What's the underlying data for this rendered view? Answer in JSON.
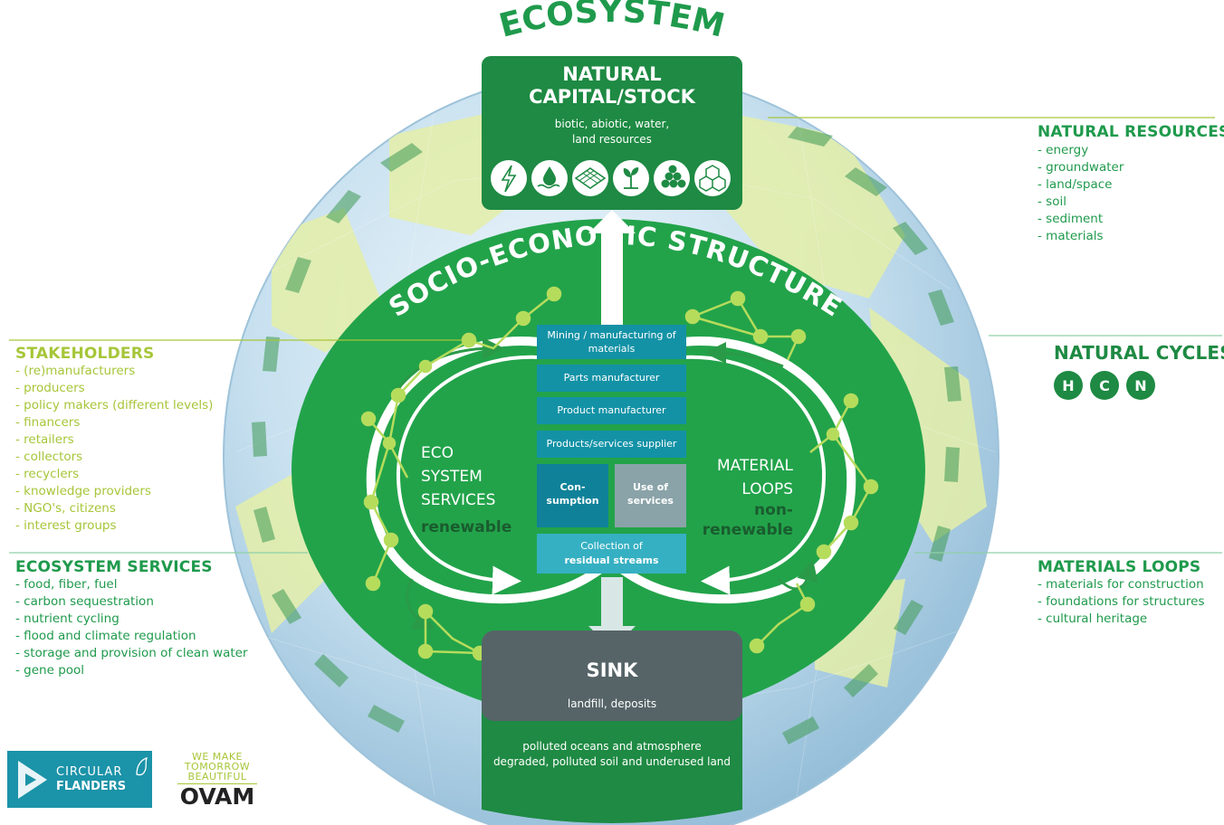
{
  "header": {
    "title": "ECOSYSTEM"
  },
  "natural_capital": {
    "title_line1": "NATURAL",
    "title_line2": "CAPITAL/STOCK",
    "subtitle_line1": "biotic, abiotic, water,",
    "subtitle_line2": "land resources",
    "icons": [
      "lightning-icon",
      "water-icon",
      "land-grid-icon",
      "sprout-icon",
      "stones-icon",
      "hexagon-molecule-icon"
    ]
  },
  "socio": {
    "title": "SOCIO-ECONOMIC STRUCTURE"
  },
  "chain": {
    "step1_line1": "Mining / manufacturing of",
    "step1_line2": "materials",
    "step2": "Parts manufacturer",
    "step3": "Product manufacturer",
    "step4": "Products/services supplier",
    "consumption_line1": "Con-",
    "consumption_line2": "sumption",
    "use_line1": "Use of",
    "use_line2": "services",
    "collection_line1": "Collection of",
    "collection_line2": "residual streams"
  },
  "left_loop": {
    "line1": "ECO",
    "line2": "SYSTEM",
    "line3": "SERVICES",
    "sub": "renewable"
  },
  "right_loop": {
    "line1": "MATERIAL",
    "line2": "LOOPS",
    "sub1": "non-",
    "sub2": "renewable"
  },
  "sink": {
    "title": "SINK",
    "subtitle": "landfill, deposits",
    "bottom_line1": "polluted oceans and atmosphere",
    "bottom_line2": "degraded, polluted soil and underused land"
  },
  "natural_resources": {
    "title": "NATURAL RESOURCES",
    "items": [
      "energy",
      "groundwater",
      "land/space",
      "soil",
      "sediment",
      "materials"
    ]
  },
  "natural_cycles": {
    "title": "NATURAL CYCLES",
    "items": [
      "H",
      "C",
      "N"
    ]
  },
  "materials_loops": {
    "title": "MATERIALS LOOPS",
    "items": [
      "materials for construction",
      "foundations for structures",
      "cultural heritage"
    ]
  },
  "stakeholders": {
    "title": "STAKEHOLDERS",
    "items": [
      "(re)manufacturers",
      "producers",
      "policy makers (different levels)",
      "financers",
      "retailers",
      "collectors",
      "recyclers",
      "knowledge providers",
      "NGO's, citizens",
      "interest groups"
    ]
  },
  "ecosystem_services": {
    "title": "ECOSYSTEM SERVICES",
    "items": [
      "food, fiber, fuel",
      "carbon sequestration",
      "nutrient cycling",
      "flood and climate regulation",
      "storage and provision of clean water",
      "gene pool"
    ]
  },
  "logos": {
    "circular_line1": "CIRCULAR",
    "circular_line2": "FLANDERS",
    "ovam_tag1": "WE MAKE",
    "ovam_tag2": "TOMORROW",
    "ovam_tag3": "BEAUTIFUL",
    "ovam_name": "OVAM"
  },
  "colors": {
    "dark_green": "#1e8a43",
    "mid_green": "#22a34a",
    "lime": "#a6c639",
    "teal": "#1392a6",
    "gray": "#8aa3a8",
    "sink_gray": "#566468",
    "globe_blue": "#a9cfe6"
  }
}
